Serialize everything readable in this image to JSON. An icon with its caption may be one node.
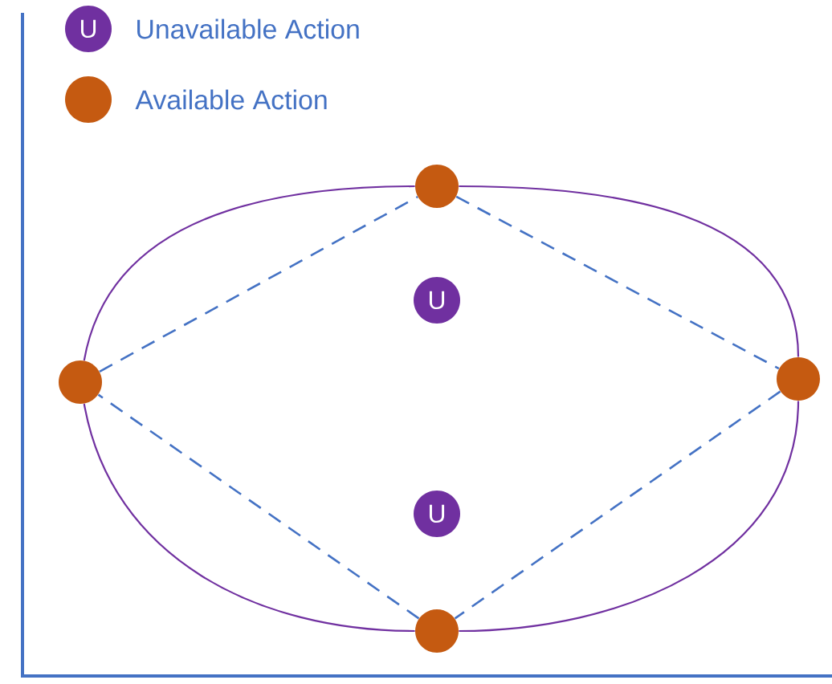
{
  "diagram": {
    "nodes": [
      {
        "text": [],
        "shape": "circle"
      },
      {
        "text": [],
        "shape": "circle"
      },
      {
        "text": [],
        "shape": "circle"
      },
      {
        "text": [],
        "shape": "circle"
      },
      {
        "text": [
          "U"
        ]
      },
      {
        "text": [
          "U"
        ]
      }
    ],
    "edges": [
      {
        "from": 0,
        "to": 2,
        "arrow": "none",
        "color": "#7030a0"
      },
      {
        "from": 2,
        "to": 3,
        "arrow": "none",
        "color": "#7030a0"
      },
      {
        "from": 3,
        "to": 1,
        "arrow": "none",
        "color": "#7030a0"
      },
      {
        "from": 1,
        "to": 0,
        "arrow": "none",
        "color": "#7030a0"
      },
      {
        "from": 0,
        "to": 2,
        "arrow": "none",
        "style": "dashed",
        "color": "#4472c4"
      },
      {
        "from": 2,
        "to": 3,
        "arrow": "none",
        "style": "dashed",
        "color": "#4472c4"
      },
      {
        "from": 3,
        "to": 1,
        "arrow": "none",
        "style": "dashed",
        "color": "#4472c4"
      },
      {
        "from": 1,
        "to": 0,
        "arrow": "none",
        "style": "dashed",
        "color": "#4472c4"
      }
    ],
    "labels": [
      "U"
    ],
    "legend": [
      {
        "text": "Unavailable Action",
        "color": "#7030a0"
      },
      {
        "text": "Available Action",
        "color": "#c55a11"
      }
    ]
  }
}
